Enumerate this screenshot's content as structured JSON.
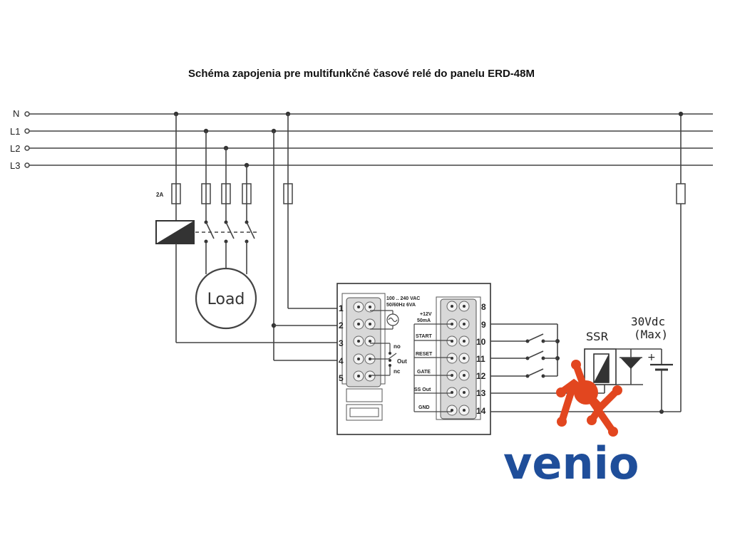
{
  "title": "Schéma zapojenia pre multifunkčné časové relé do panelu ERD-48M",
  "bus_labels": [
    "N",
    "L1",
    "L2",
    "L3"
  ],
  "fuse_label": "2A",
  "load_label": "Load",
  "power_spec": [
    "100 .. 240 VAC",
    "50/60Hz 6VA"
  ],
  "supply_out": [
    "+12V",
    "50mA"
  ],
  "contact_labels": {
    "no": "no",
    "out": "Out",
    "nc": "nc"
  },
  "inputs": [
    "START",
    "RESET",
    "GATE",
    "SS Out",
    "GND"
  ],
  "left_terminals": [
    "1",
    "2",
    "3",
    "4",
    "5"
  ],
  "right_terminals": [
    "8",
    "9",
    "10",
    "11",
    "12",
    "13",
    "14"
  ],
  "ssr_label": "SSR",
  "dc_supply": [
    "30Vdc",
    "(Max)"
  ],
  "brand": {
    "name": "venio",
    "logo_color": "#e2461f",
    "text_color": "#1f4e9a"
  },
  "colors": {
    "line": "#444444",
    "connector_fill": "#d8d8d8",
    "brand_orange": "#e2461f",
    "brand_blue": "#1f4e9a"
  }
}
